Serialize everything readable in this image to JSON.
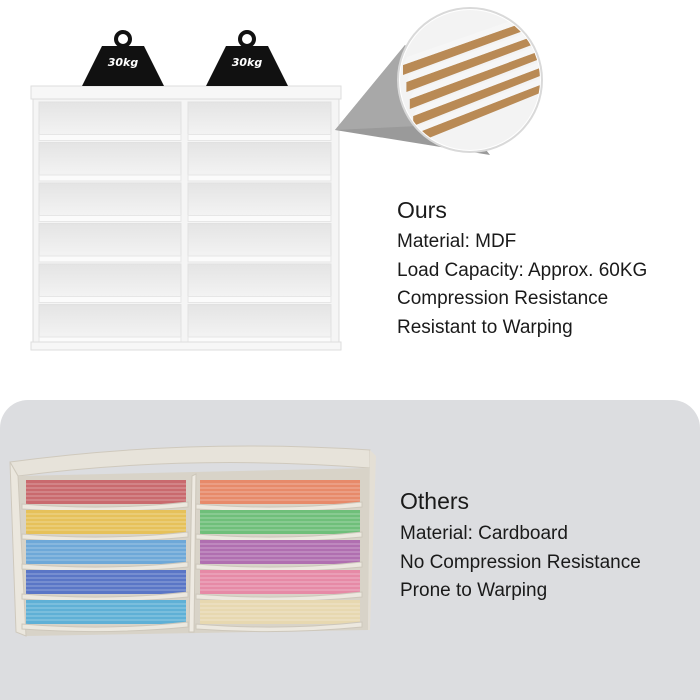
{
  "ours": {
    "title": "Ours",
    "specs": [
      "Material: MDF",
      "Load Capacity: Approx. 60KG",
      "Compression Resistance",
      "Resistant to Warping"
    ],
    "weights": [
      "30kg",
      "30kg"
    ]
  },
  "others": {
    "title": "Others",
    "specs": [
      "Material: Cardboard",
      "No Compression Resistance",
      "Prone to Warping"
    ]
  },
  "colors": {
    "panel_background": "#dcdde0",
    "weight_fill": "#111111",
    "mdf_edge": "#b98a55",
    "cabinet_white": "#f4f4f4"
  },
  "paper_colors": [
    [
      "#c96a6e",
      "#e78a6a"
    ],
    [
      "#e6c15a",
      "#6fbf7a"
    ],
    [
      "#6ea8d8",
      "#b06fb0"
    ],
    [
      "#5a76c6",
      "#e68aa6"
    ],
    [
      "#5fb0d6",
      "#e7d8b0"
    ]
  ]
}
